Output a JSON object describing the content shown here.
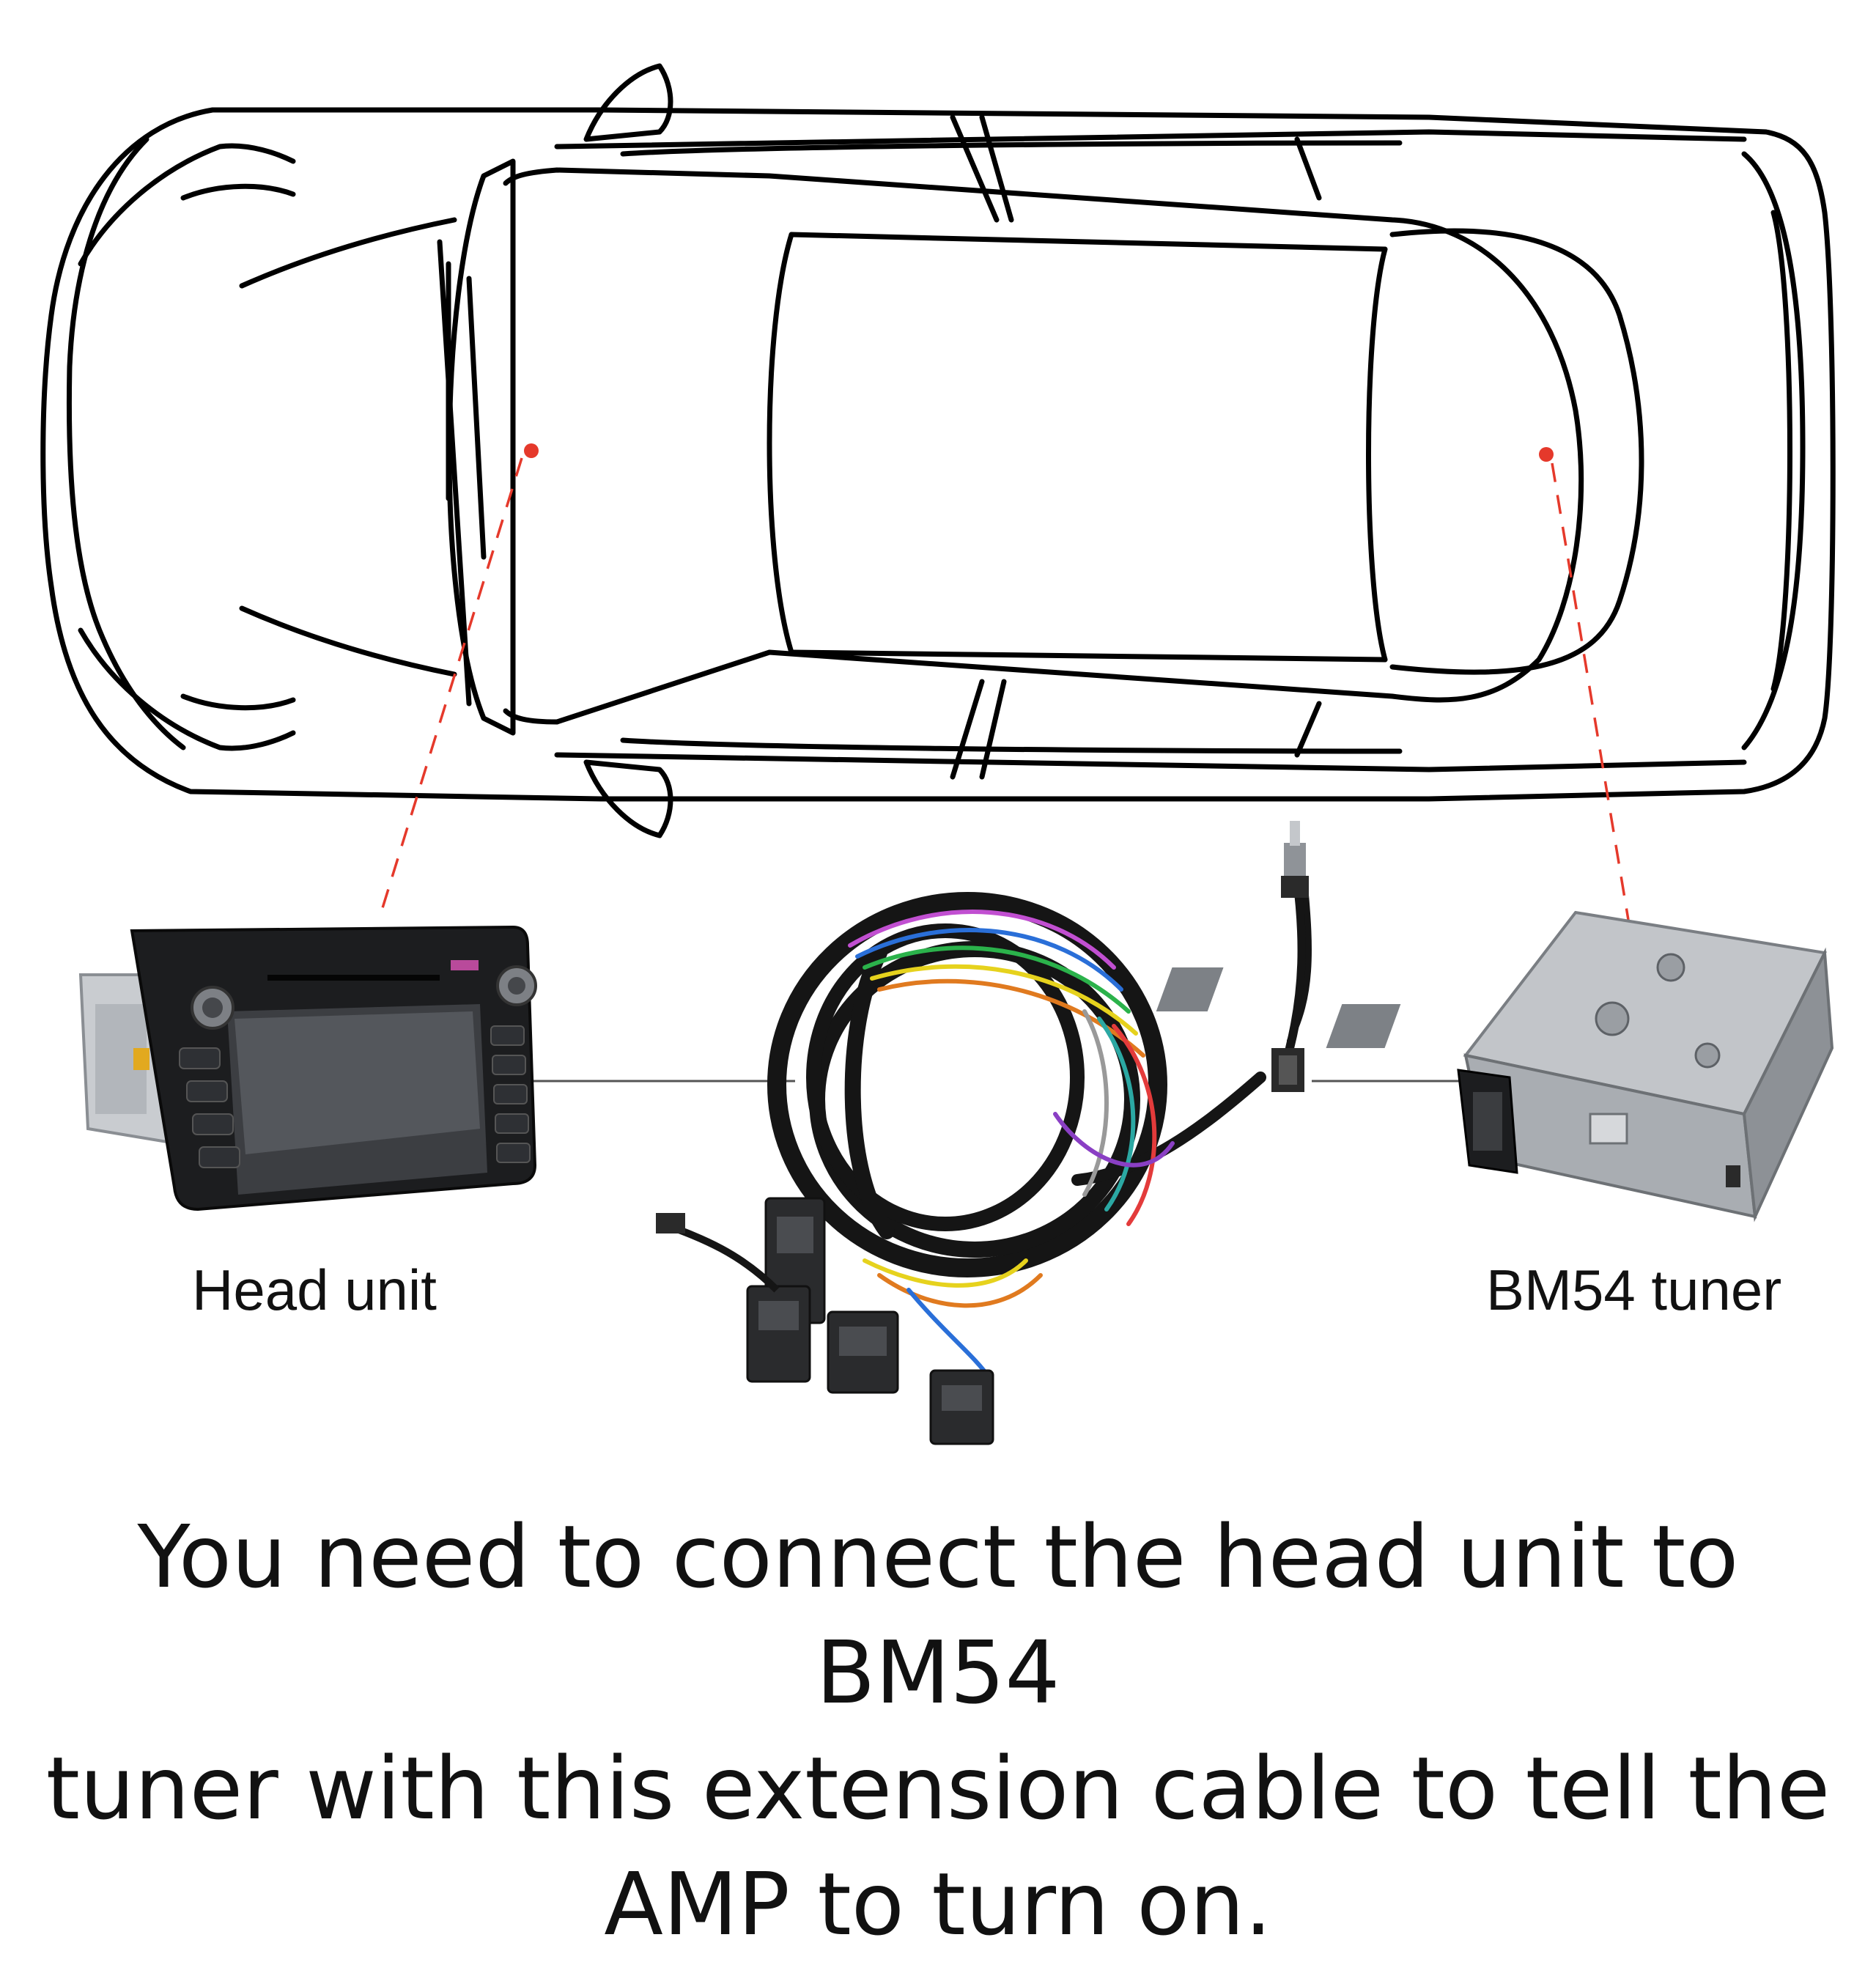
{
  "labels": {
    "head_unit": "Head unit",
    "tuner": "BM54 tuner"
  },
  "caption": {
    "line1": "You need to connect the head unit to BM54",
    "line2": "tuner with this extension cable to tell the",
    "line3": "AMP to turn on."
  },
  "colors": {
    "outline": "#000000",
    "marker": "#e5392b",
    "connector_line": "#555555"
  }
}
